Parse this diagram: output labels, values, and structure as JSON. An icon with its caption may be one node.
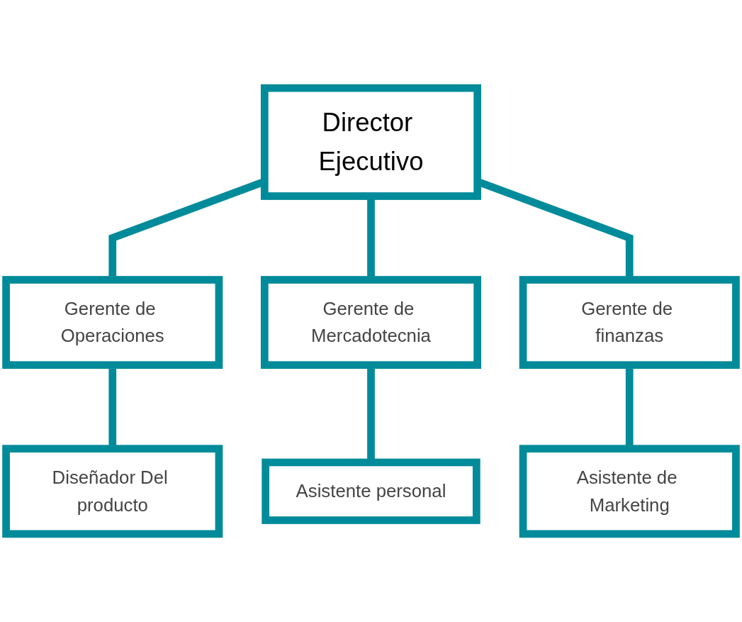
{
  "diagram": {
    "nodes": [
      {
        "text": [
          "Director Ejecutivo"
        ]
      },
      {
        "text": [
          "Gerente de Operaciones"
        ]
      },
      {
        "text": [
          "Gerente de Mercadotecnia"
        ]
      },
      {
        "text": [
          "Gerente de finanzas"
        ]
      },
      {
        "text": [
          "Diseñador Del producto"
        ]
      },
      {
        "text": [
          "Asistente personal"
        ]
      },
      {
        "text": [
          "Asistente de Marketing"
        ]
      }
    ],
    "edges": [
      {
        "from": 0,
        "to": 1,
        "arrow": "none"
      },
      {
        "from": 0,
        "to": 2,
        "arrow": "none"
      },
      {
        "from": 0,
        "to": 3,
        "arrow": "none"
      },
      {
        "from": 1,
        "to": 4,
        "arrow": "none"
      },
      {
        "from": 2,
        "to": 5,
        "arrow": "none"
      },
      {
        "from": 3,
        "to": 6,
        "arrow": "none"
      }
    ]
  }
}
